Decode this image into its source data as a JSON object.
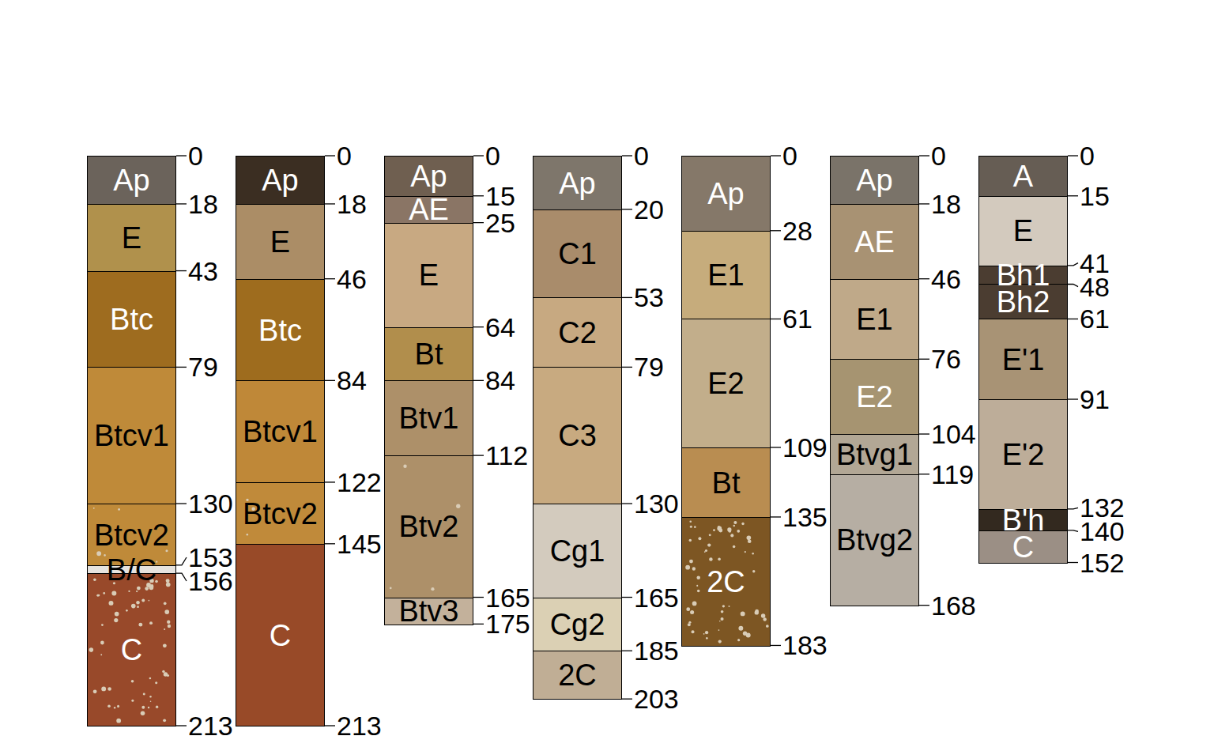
{
  "diagram": {
    "nodes": [
      {
        "text": [
          "Ap"
        ]
      },
      {
        "text": [
          "E"
        ]
      },
      {
        "text": [
          "Btc"
        ]
      },
      {
        "text": [
          "Btcv1"
        ]
      },
      {
        "text": [
          "Btcv2"
        ]
      },
      {
        "text": [
          "B/C"
        ]
      },
      {
        "text": [
          "C"
        ]
      },
      {
        "text": [
          "Ap"
        ]
      },
      {
        "text": [
          "E"
        ]
      },
      {
        "text": [
          "Btc"
        ]
      },
      {
        "text": [
          "Btcv1"
        ]
      },
      {
        "text": [
          "Btcv2"
        ]
      },
      {
        "text": [
          "C"
        ]
      },
      {
        "text": [
          "Ap"
        ]
      },
      {
        "text": [
          "AE"
        ]
      },
      {
        "text": [
          "E"
        ]
      },
      {
        "text": [
          "Bt"
        ]
      },
      {
        "text": [
          "Btv1"
        ]
      },
      {
        "text": [
          "Btv2"
        ]
      },
      {
        "text": [
          "Btv3"
        ]
      },
      {
        "text": [
          "Ap"
        ]
      },
      {
        "text": [
          "C1"
        ]
      },
      {
        "text": [
          "C2"
        ]
      },
      {
        "text": [
          "C3"
        ]
      },
      {
        "text": [
          "Cg1"
        ]
      },
      {
        "text": [
          "Cg2"
        ]
      },
      {
        "text": [
          "2C"
        ]
      },
      {
        "text": [
          "Ap"
        ]
      },
      {
        "text": [
          "E1"
        ]
      },
      {
        "text": [
          "E2"
        ]
      },
      {
        "text": [
          "Bt"
        ]
      },
      {
        "text": [
          "2C"
        ]
      },
      {
        "text": [
          "Ap"
        ]
      },
      {
        "text": [
          "AE"
        ]
      },
      {
        "text": [
          "E1"
        ]
      },
      {
        "text": [
          "E2"
        ]
      },
      {
        "text": [
          "Btvg1"
        ]
      },
      {
        "text": [
          "Btvg2"
        ]
      },
      {
        "text": [
          "A"
        ]
      },
      {
        "text": [
          "E"
        ]
      },
      {
        "text": [
          "Bh1"
        ]
      },
      {
        "text": [
          "Bh2"
        ]
      },
      {
        "text": [
          "E'1"
        ]
      },
      {
        "text": [
          "E'2"
        ]
      },
      {
        "text": [
          "B'h"
        ]
      },
      {
        "text": [
          "C"
        ]
      }
    ],
    "labels": [
      "0",
      "18",
      "43",
      "79",
      "130",
      "153",
      "156",
      "213",
      "0",
      "18",
      "46",
      "84",
      "122",
      "145",
      "213",
      "0",
      "15",
      "25",
      "64",
      "84",
      "112",
      "165",
      "175",
      "0",
      "20",
      "53",
      "79",
      "130",
      "165",
      "185",
      "203",
      "0",
      "28",
      "61",
      "109",
      "135",
      "183",
      "0",
      "18",
      "46",
      "76",
      "104",
      "119",
      "168",
      "0",
      "15",
      "41",
      "48",
      "61",
      "91",
      "132",
      "140",
      "152"
    ]
  }
}
